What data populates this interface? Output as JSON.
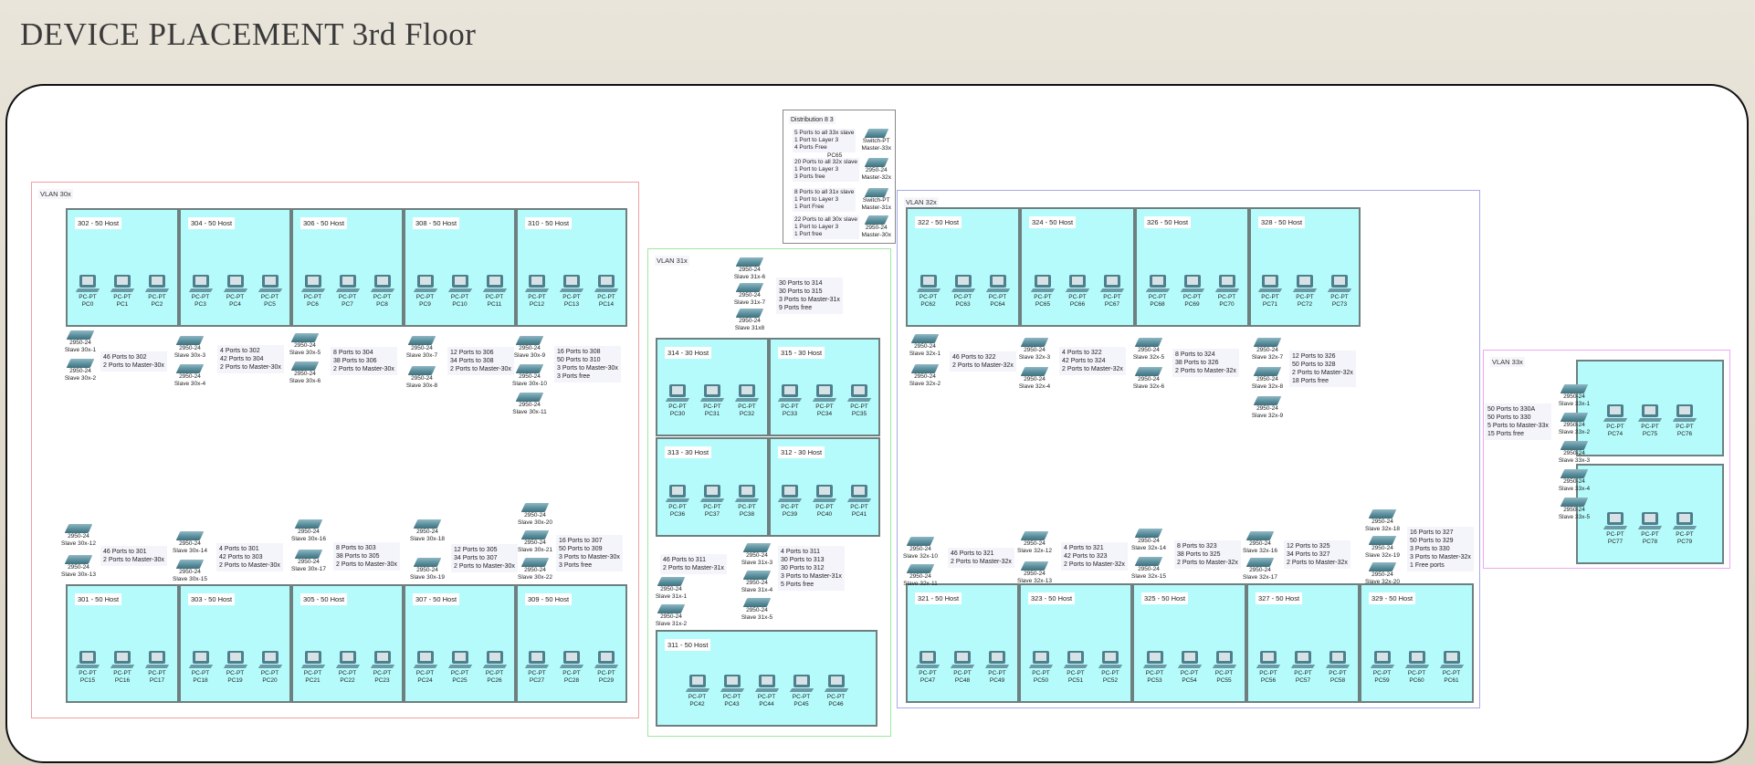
{
  "title": "DEVICE PLACEMENT 3rd Floor",
  "pc_model": "PC-PT",
  "distribution": {
    "label": "Distribution 8 3",
    "pc_label": "PC65",
    "items": [
      {
        "lines": [
          "5 Ports to all 33x slave",
          "1 Port to Layer 3",
          "4 Ports Free"
        ],
        "model": "Switch-PT",
        "name": "Master-33x"
      },
      {
        "lines": [
          "20 Ports to all 32x slave",
          "1 Port to Layer 3",
          "3 Ports free"
        ],
        "model": "2950-24",
        "name": "Master-32x"
      },
      {
        "lines": [
          "8 Ports to all 31x slave",
          "1 Port to Layer 3",
          "1 Port Free"
        ],
        "model": "Switch-PT",
        "name": "Master-31x"
      },
      {
        "lines": [
          "22 Ports to all 30x slave",
          "1 Port to Layer 3",
          "1 Port free"
        ],
        "model": "2950-24",
        "name": "Master-30x"
      }
    ]
  },
  "vlans": [
    {
      "label": "VLAN 30x",
      "color": "#f0a0a0",
      "rooms": [
        {
          "label": "302 - 50 Host",
          "pcs": [
            "PC0",
            "PC1",
            "PC2"
          ]
        },
        {
          "label": "304 - 50 Host",
          "pcs": [
            "PC3",
            "PC4",
            "PC5"
          ]
        },
        {
          "label": "306 - 50 Host",
          "pcs": [
            "PC6",
            "PC7",
            "PC8"
          ]
        },
        {
          "label": "308 - 50 Host",
          "pcs": [
            "PC9",
            "PC10",
            "PC11"
          ]
        },
        {
          "label": "310 - 50 Host",
          "pcs": [
            "PC12",
            "PC13",
            "PC14"
          ]
        },
        {
          "label": "301 - 50 Host",
          "pcs": [
            "PC15",
            "PC16",
            "PC17"
          ]
        },
        {
          "label": "303 - 50 Host",
          "pcs": [
            "PC18",
            "PC19",
            "PC20"
          ]
        },
        {
          "label": "305 - 50 Host",
          "pcs": [
            "PC21",
            "PC22",
            "PC23"
          ]
        },
        {
          "label": "307 - 50 Host",
          "pcs": [
            "PC24",
            "PC25",
            "PC26"
          ]
        },
        {
          "label": "309 - 50 Host",
          "pcs": [
            "PC27",
            "PC28",
            "PC29"
          ]
        }
      ],
      "switch_groups": [
        {
          "switches": [
            {
              "model": "2950-24",
              "name": "Slave 30x-1"
            },
            {
              "model": "2950-24",
              "name": "Slave 30x-2"
            }
          ],
          "note": [
            "46 Ports to 302",
            "2 Ports to Master-30x"
          ]
        },
        {
          "switches": [
            {
              "model": "2950-24",
              "name": "Slave 30x-3"
            },
            {
              "model": "2950-24",
              "name": "Slave 30x-4"
            }
          ],
          "note": [
            "4 Ports to 302",
            "42 Ports to 304",
            "2 Ports to Master-30x"
          ]
        },
        {
          "switches": [
            {
              "model": "2950-24",
              "name": "Slave 30x-5"
            },
            {
              "model": "2950-24",
              "name": "Slave 30x-6"
            }
          ],
          "note": [
            "8 Ports to 304",
            "38 Ports to 306",
            "2 Ports to Master-30x"
          ]
        },
        {
          "switches": [
            {
              "model": "2950-24",
              "name": "Slave 30x-7"
            },
            {
              "model": "2950-24",
              "name": "Slave 30x-8"
            }
          ],
          "note": [
            "12 Ports to 306",
            "34 Ports to 308",
            "2 Ports to Master-30x"
          ]
        },
        {
          "switches": [
            {
              "model": "2950-24",
              "name": "Slave 30x-9"
            },
            {
              "model": "2950-24",
              "name": "Slave 30x-10"
            },
            {
              "model": "2950-24",
              "name": "Slave 30x-11"
            }
          ],
          "note": [
            "16 Ports to 308",
            "50 Ports to 310",
            "3 Ports to Master-30x",
            "3 Ports free"
          ]
        },
        {
          "switches": [
            {
              "model": "2950-24",
              "name": "Slave 30x-12"
            },
            {
              "model": "2950-24",
              "name": "Slave 30x-13"
            }
          ],
          "note": [
            "46 Ports to 301",
            "2 Ports to Master-30x"
          ]
        },
        {
          "switches": [
            {
              "model": "2950-24",
              "name": "Slave 30x-14"
            },
            {
              "model": "2950-24",
              "name": "Slave 30x-15"
            }
          ],
          "note": [
            "4 Ports to 301",
            "42 Ports to 303",
            "2 Ports to Master-30x"
          ]
        },
        {
          "switches": [
            {
              "model": "2950-24",
              "name": "Slave 30x-16"
            },
            {
              "model": "2950-24",
              "name": "Slave 30x-17"
            }
          ],
          "note": [
            "8 Ports to 303",
            "38 Ports to 305",
            "2 Ports to Master-30x"
          ]
        },
        {
          "switches": [
            {
              "model": "2950-24",
              "name": "Slave 30x-18"
            },
            {
              "model": "2950-24",
              "name": "Slave 30x-19"
            }
          ],
          "note": [
            "12 Ports to 305",
            "34 Ports to 307",
            "2 Ports to Master-30x"
          ]
        },
        {
          "switches": [
            {
              "model": "2950-24",
              "name": "Slave 30x-20"
            },
            {
              "model": "2950-24",
              "name": "Slave 30x-21"
            },
            {
              "model": "2950-24",
              "name": "Slave 30x-22"
            }
          ],
          "note": [
            "16 Ports to 307",
            "50 Ports to 309",
            "3 Ports to Master-30x",
            "3 Ports free"
          ]
        }
      ]
    },
    {
      "label": "VLAN 31x",
      "color": "#a0e8a0",
      "rooms": [
        {
          "label": "314 - 30 Host",
          "pcs": [
            "PC30",
            "PC31",
            "PC32"
          ]
        },
        {
          "label": "315 - 30 Host",
          "pcs": [
            "PC33",
            "PC34",
            "PC35"
          ]
        },
        {
          "label": "313 - 30 Host",
          "pcs": [
            "PC36",
            "PC37",
            "PC38"
          ]
        },
        {
          "label": "312 - 30 Host",
          "pcs": [
            "PC39",
            "PC40",
            "PC41"
          ]
        },
        {
          "label": "311 - 50 Host",
          "pcs": [
            "PC42",
            "PC43",
            "PC44",
            "PC45",
            "PC46"
          ]
        }
      ],
      "switch_groups": [
        {
          "switches": [
            {
              "model": "2950-24",
              "name": "Slave 31x-6"
            },
            {
              "model": "2950-24",
              "name": "Slave 31x-7"
            },
            {
              "model": "2950-24",
              "name": "Slave 31x8"
            }
          ],
          "note": [
            "30 Ports to 314",
            "30 Ports to 315",
            "3 Ports to Master-31x",
            "9 Ports free"
          ]
        },
        {
          "switches": [
            {
              "model": "2950-24",
              "name": "Slave 31x-1"
            },
            {
              "model": "2950-24",
              "name": "Slave 31x-2"
            }
          ],
          "note": [
            "46 Ports to 311",
            "2 Ports to Master-31x"
          ]
        },
        {
          "switches": [
            {
              "model": "2950-24",
              "name": "Slave 31x-3"
            },
            {
              "model": "2950-24",
              "name": "Slave 31x-4"
            },
            {
              "model": "2950-24",
              "name": "Slave 31x-5"
            }
          ],
          "note": [
            "4 Ports to 311",
            "30 Ports to 313",
            "30 Ports to 312",
            "3 Ports to Master-31x",
            "5 Ports free"
          ]
        }
      ]
    },
    {
      "label": "VLAN 32x",
      "color": "#a8a8ee",
      "rooms": [
        {
          "label": "322 - 50 Host",
          "pcs": [
            "PC62",
            "PC63",
            "PC64"
          ]
        },
        {
          "label": "324 - 50 Host",
          "pcs": [
            "PC65",
            "PC66",
            "PC67"
          ]
        },
        {
          "label": "326 - 50 Host",
          "pcs": [
            "PC68",
            "PC69",
            "PC70"
          ]
        },
        {
          "label": "328 - 50 Host",
          "pcs": [
            "PC71",
            "PC72",
            "PC73"
          ]
        },
        {
          "label": "321 - 50 Host",
          "pcs": [
            "PC47",
            "PC48",
            "PC49"
          ]
        },
        {
          "label": "323 - 50 Host",
          "pcs": [
            "PC50",
            "PC51",
            "PC52"
          ]
        },
        {
          "label": "325 - 50 Host",
          "pcs": [
            "PC53",
            "PC54",
            "PC55"
          ]
        },
        {
          "label": "327 - 50 Host",
          "pcs": [
            "PC56",
            "PC57",
            "PC58"
          ]
        },
        {
          "label": "329 - 50 Host",
          "pcs": [
            "PC59",
            "PC60",
            "PC61"
          ]
        }
      ],
      "switch_groups": [
        {
          "switches": [
            {
              "model": "2950-24",
              "name": "Slave 32x-1"
            },
            {
              "model": "2950-24",
              "name": "Slave 32x-2"
            }
          ],
          "note": [
            "46 Ports to 322",
            "2 Ports to Master-32x"
          ]
        },
        {
          "switches": [
            {
              "model": "2950-24",
              "name": "Slave 32x-3"
            },
            {
              "model": "2950-24",
              "name": "Slave 32x-4"
            }
          ],
          "note": [
            "4 Ports to 322",
            "42 Ports to 324",
            "2 Ports to Master-32x"
          ]
        },
        {
          "switches": [
            {
              "model": "2950-24",
              "name": "Slave 32x-5"
            },
            {
              "model": "2950-24",
              "name": "Slave 32x-6"
            }
          ],
          "note": [
            "8 Ports to 324",
            "38 Ports to 326",
            "2 Ports to Master-32x"
          ]
        },
        {
          "switches": [
            {
              "model": "2950-24",
              "name": "Slave 32x-7"
            },
            {
              "model": "2950-24",
              "name": "Slave 32x-8"
            },
            {
              "model": "2950-24",
              "name": "Slave 32x-9"
            }
          ],
          "note": [
            "12 Ports to 326",
            "50 Ports to 328",
            "2 Ports to Master-32x",
            "18 Ports free"
          ]
        },
        {
          "switches": [
            {
              "model": "2950-24",
              "name": "Slave 32x-10"
            },
            {
              "model": "2950-24",
              "name": "Slave 32x-11"
            }
          ],
          "note": [
            "46 Ports to 321",
            "2 Ports to Master-32x"
          ]
        },
        {
          "switches": [
            {
              "model": "2950-24",
              "name": "Slave 32x-12"
            },
            {
              "model": "2950-24",
              "name": "Slave 32x-13"
            }
          ],
          "note": [
            "4 Ports to 321",
            "42 Ports to 323",
            "2 Ports to Master-32x"
          ]
        },
        {
          "switches": [
            {
              "model": "2950-24",
              "name": "Slave 32x-14"
            },
            {
              "model": "2950-24",
              "name": "Slave 32x-15"
            }
          ],
          "note": [
            "8 Ports to 323",
            "38 Ports to 325",
            "2 Ports to Master-32x"
          ]
        },
        {
          "switches": [
            {
              "model": "2950-24",
              "name": "Slave 32x-16"
            },
            {
              "model": "2950-24",
              "name": "Slave 32x-17"
            }
          ],
          "note": [
            "12 Ports to 325",
            "34 Ports to 327",
            "2 Ports to Master-32x"
          ]
        },
        {
          "switches": [
            {
              "model": "2950-24",
              "name": "Slave 32x-18"
            },
            {
              "model": "2950-24",
              "name": "Slave 32x-19"
            },
            {
              "model": "2950-24",
              "name": "Slave 32x-20"
            }
          ],
          "note": [
            "16 Ports to 327",
            "50 Ports to 329",
            "3 Ports to 330",
            "3 Ports to Master-32x",
            "1 Free ports"
          ]
        }
      ]
    },
    {
      "label": "VLAN 33x",
      "color": "#f0a8f0",
      "rooms": [
        {
          "pcs": [
            "PC74",
            "PC75",
            "PC76"
          ]
        },
        {
          "pcs": [
            "PC77",
            "PC78",
            "PC79"
          ]
        }
      ],
      "switch_groups": [
        {
          "switches": [
            {
              "model": "2950-24",
              "name": "Slave 33x-1"
            },
            {
              "model": "2950-24",
              "name": "Slave 33x-2"
            },
            {
              "model": "2950-24",
              "name": "Slave 33x-3"
            },
            {
              "model": "2950-24",
              "name": "Slave 33x-4"
            },
            {
              "model": "2950-24",
              "name": "Slave 33x-5"
            }
          ],
          "note": [
            "50 Ports to 330A",
            "50 Ports to 330",
            "5 Ports to Master-33x",
            "15 Ports free"
          ]
        }
      ]
    }
  ]
}
